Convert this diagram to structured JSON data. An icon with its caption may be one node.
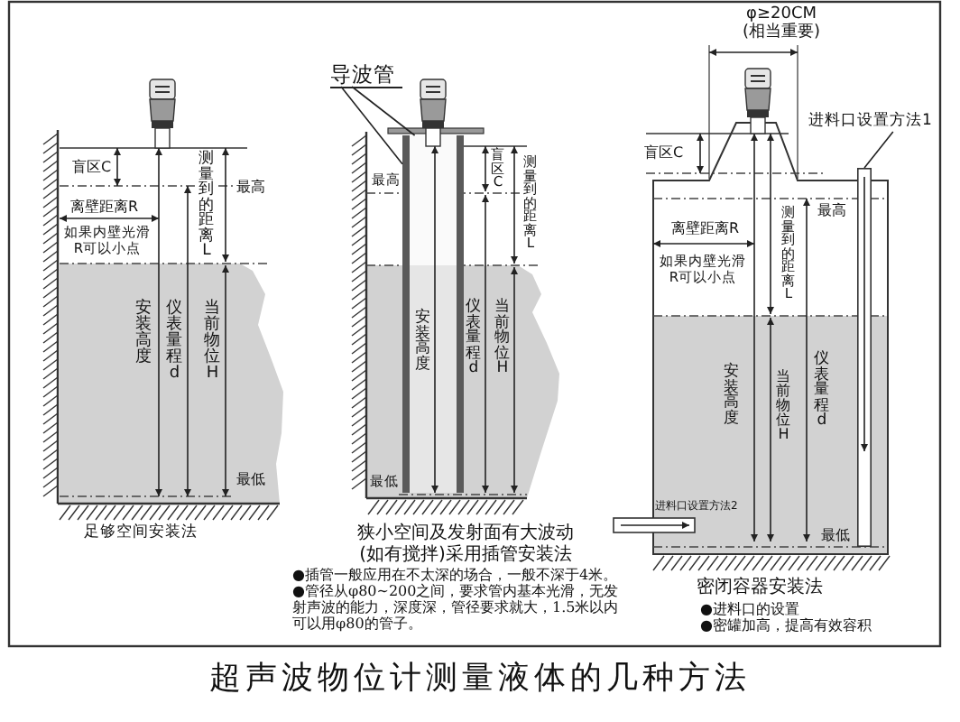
{
  "diagram": {
    "caption": "超声波物位计测量液体的几种方法",
    "nodes": [
      {
        "text": [
          "导波管"
        ]
      },
      {
        "text": [],
        "shape": "pipe"
      },
      {
        "text": [
          "进料口设置方法1"
        ]
      },
      {
        "text": [],
        "shape": "pipe"
      }
    ],
    "edges": [
      {
        "from": 0,
        "to": 1,
        "arrow": "none"
      },
      {
        "from": 0,
        "to": 1,
        "arrow": "none"
      },
      {
        "from": 2,
        "to": 3,
        "arrow": "none"
      }
    ],
    "labels": [
      "盲区C",
      "测量到的距离L",
      "最高",
      "离壁距离R",
      "如果内壁光滑R可以小点",
      "安装高度",
      "仪表量程d",
      "当前物位H",
      "最低",
      "足够空间安装法",
      "最高",
      "盲区C",
      "测量到的距离L",
      "安装高度",
      "仪表量程d",
      "当前物位H",
      "最低",
      "狭小空间及发射面有大波动(如有搅拌)采用插管安装法",
      "●插管一般应用在不太深的场合，一般不深于4米。",
      "●管径从φ80~200之间，要求管内基本光滑，无发射声波的能力，深度深，管径要求就大，1.5米以内可以用φ80的管子。",
      "φ≥20CM",
      "(相当重要)",
      "盲区C",
      "最高",
      "离壁距离R",
      "如果内壁光滑R可以小点",
      "测量到的距离L",
      "安装高度",
      "当前物位H",
      "仪表量程d",
      "进料口设置方法2",
      "最低",
      "密闭容器安装法",
      "●进料口的设置",
      "●密罐加高，提高有效容积"
    ]
  }
}
